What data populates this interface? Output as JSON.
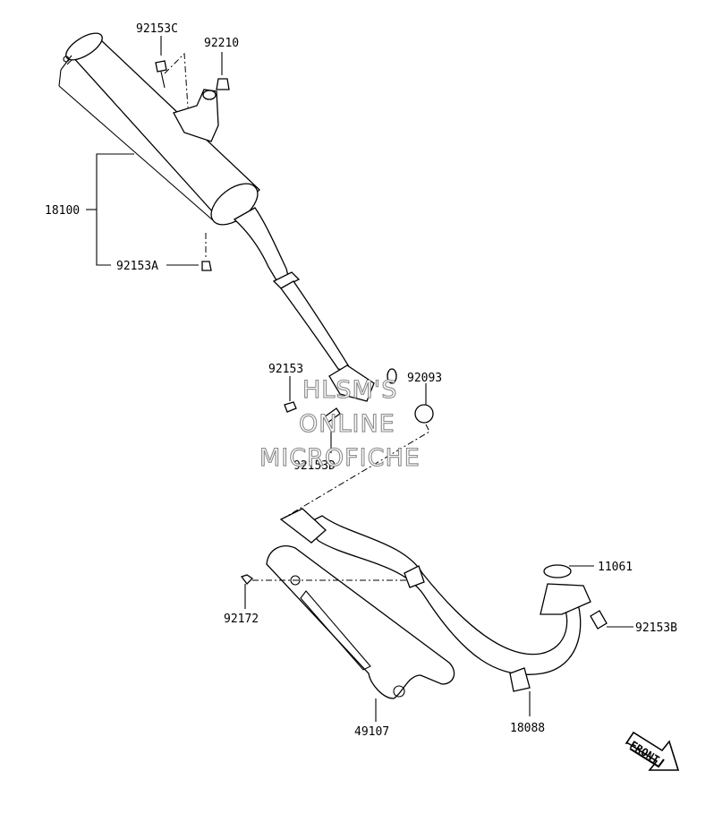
{
  "diagram": {
    "labels": {
      "p92153C": "92153C",
      "p92210": "92210",
      "p18100": "18100",
      "p92153A": "92153A",
      "p92153": "92153",
      "p92093": "92093",
      "p92153D": "92153D",
      "p11061": "11061",
      "p92153B": "92153B",
      "p92172": "92172",
      "p49107": "49107",
      "p18088": "18088"
    },
    "watermark": {
      "line1": "HLSM'S",
      "line2": "ONLINE",
      "line3": "MICROFICHE"
    },
    "front_badge": "FRONT"
  }
}
